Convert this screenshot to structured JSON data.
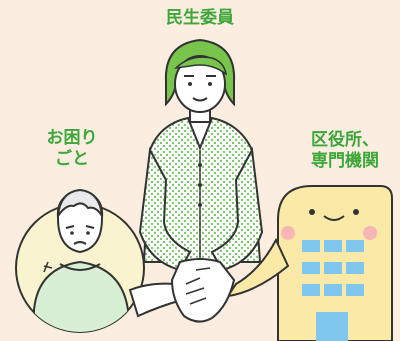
{
  "labels": {
    "minsei_iin": "民生委員",
    "okomarigoto_line1": "お困り",
    "okomarigoto_line2": "ごと",
    "kuyakusho_line1": "区役所、",
    "kuyakusho_line2": "専門機関"
  },
  "colors": {
    "background": "#fbeee0",
    "accent_green": "#3ea63a",
    "hair_green": "#79c44d",
    "circle_fill": "#faf3cf",
    "building_fill": "#fbe9a8",
    "window_blue": "#7ec6ec"
  }
}
